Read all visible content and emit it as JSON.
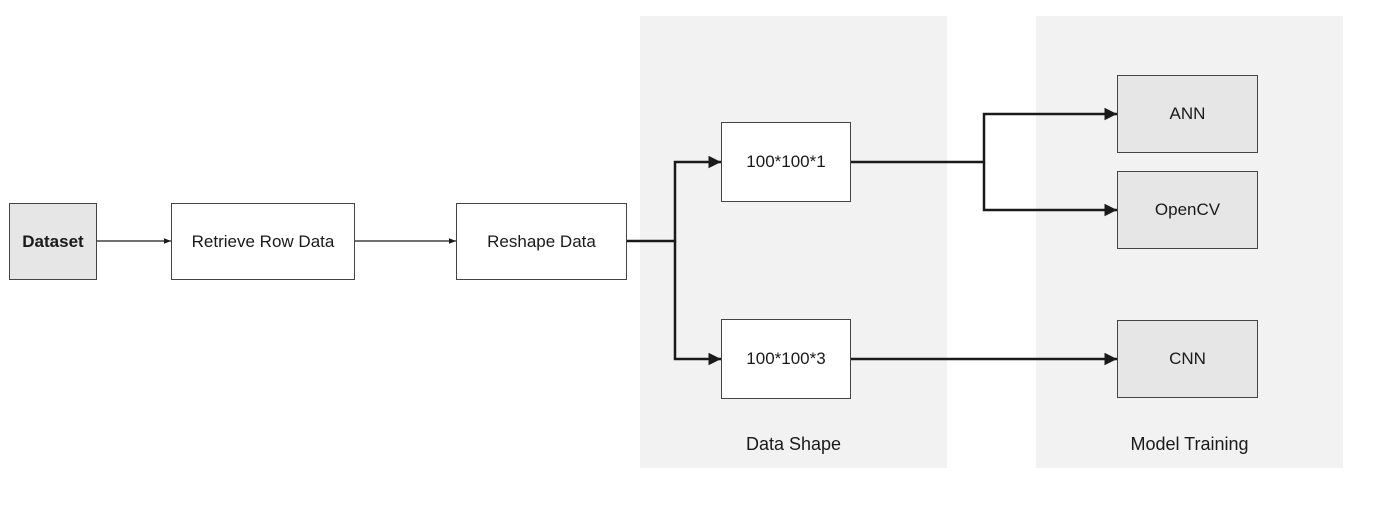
{
  "groups": {
    "data_shape": {
      "label": "Data Shape"
    },
    "model_training": {
      "label": "Model Training"
    }
  },
  "nodes": {
    "dataset": "Dataset",
    "retrieve": "Retrieve Row Data",
    "reshape": "Reshape Data",
    "shape1": "100*100*1",
    "shape3": "100*100*3",
    "ann": "ANN",
    "opencv": "OpenCV",
    "cnn": "CNN"
  },
  "colors": {
    "group_bg": "#f2f2f2",
    "shaded_node": "#e6e6e6",
    "stroke": "#1a1a1a"
  }
}
